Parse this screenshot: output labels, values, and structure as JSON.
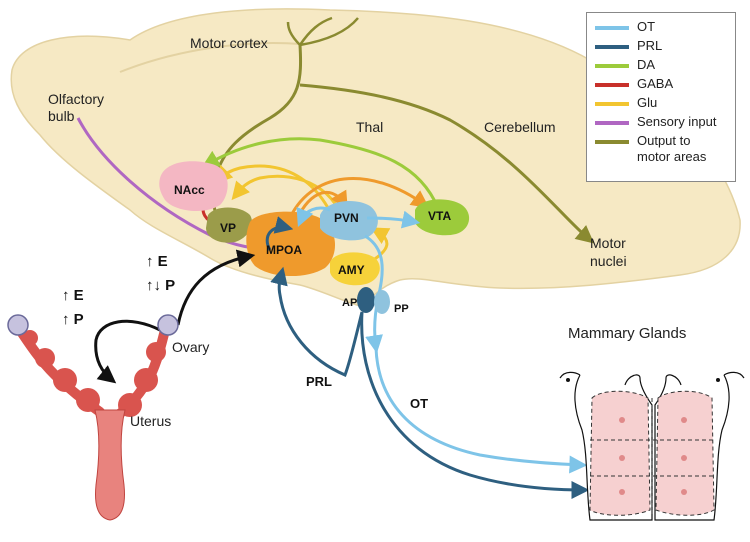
{
  "labels": {
    "motor_cortex": "Motor cortex",
    "olfactory_bulb_1": "Olfactory",
    "olfactory_bulb_2": "bulb",
    "thal": "Thal",
    "cerebellum": "Cerebellum",
    "motor_nuclei_1": "Motor",
    "motor_nuclei_2": "nuclei",
    "ovary": "Ovary",
    "uterus": "Uterus",
    "mammary_glands": "Mammary Glands",
    "prl": "PRL",
    "ot": "OT",
    "ap": "AP",
    "pp": "PP",
    "hormone_e_ovary": "↑ E",
    "hormone_p_ovary": "↑ P",
    "hormone_e_brain": "↑ E",
    "hormone_p_brain": "↑↓ P"
  },
  "regions": {
    "nacc": "NAcc",
    "vp": "VP",
    "mpoa": "MPOA",
    "pvn": "PVN",
    "vta": "VTA",
    "amy": "AMY"
  },
  "legend": [
    {
      "label": "OT",
      "color": "#7ec4e8"
    },
    {
      "label": "PRL",
      "color": "#2e5f80"
    },
    {
      "label": "DA",
      "color": "#9ccb3b"
    },
    {
      "label": "GABA",
      "color": "#c8302a"
    },
    {
      "label": "Glu",
      "color": "#f2c530"
    },
    {
      "label": "Sensory input",
      "color": "#b067c2"
    },
    {
      "label": "Output to motor areas",
      "color": "#8a8a30"
    }
  ],
  "colors": {
    "brain_fill": "#f6e9c4",
    "nacc_fill": "#f4b7c3",
    "vp_fill": "#9b9c4a",
    "mpoa_fill": "#ef9a2c",
    "pvn_fill": "#8fc3de",
    "vta_fill": "#9ccb3b",
    "amy_fill": "#f6d23a",
    "uterus_fill": "#d9544e",
    "mammary_fill": "#f6d0d0"
  }
}
